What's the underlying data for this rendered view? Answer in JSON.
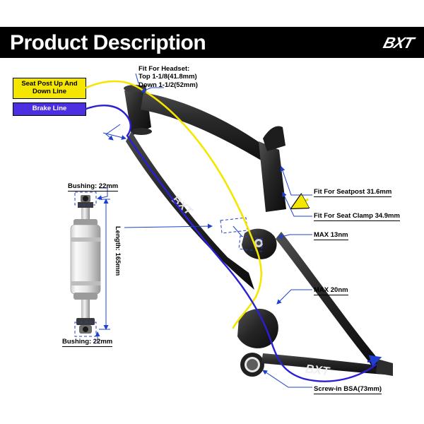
{
  "header": {
    "title": "Product Description",
    "brand": "BXT"
  },
  "legend": [
    {
      "key": "seatpost_line",
      "label": "Seat Post Up And Down Line",
      "color": "#f5e600",
      "text_color": "#000000"
    },
    {
      "key": "brake_line",
      "label": "Brake Line",
      "color": "#4b2fe0",
      "text_color": "#ffffff"
    }
  ],
  "callouts": {
    "headset": "Fit For Headset:\nTop 1-1/8(41.8mm)\nDown 1-1/2(52mm)",
    "headset_lines": [
      "Fit For Headset:",
      "Top 1-1/8(41.8mm)",
      "Down 1-1/2(52mm)"
    ],
    "seatpost_diameter": "Fit For Seatpost 31.6mm",
    "seat_clamp": "Fit For Seat Clamp 34.9mm",
    "max_13": "MAX 13nm",
    "max_20": "MAX 20nm",
    "screw_in_bb": "Screw-in BSA(73mm)"
  },
  "shock": {
    "bushing_top": "Bushing: 22mm",
    "bushing_bottom": "Bushing: 22mm",
    "length": "Length: 165mm"
  },
  "frame": {
    "down_tube_decal": "BXT",
    "bb_decal": "BXT"
  },
  "colors": {
    "header_bg": "#000000",
    "header_text": "#ffffff",
    "yellow_line": "#f5e600",
    "blue_line": "#2a1fd6",
    "dimension_blue": "#1f3fd0",
    "frame_dark": "#1a1a1a",
    "page_bg": "#ffffff"
  }
}
